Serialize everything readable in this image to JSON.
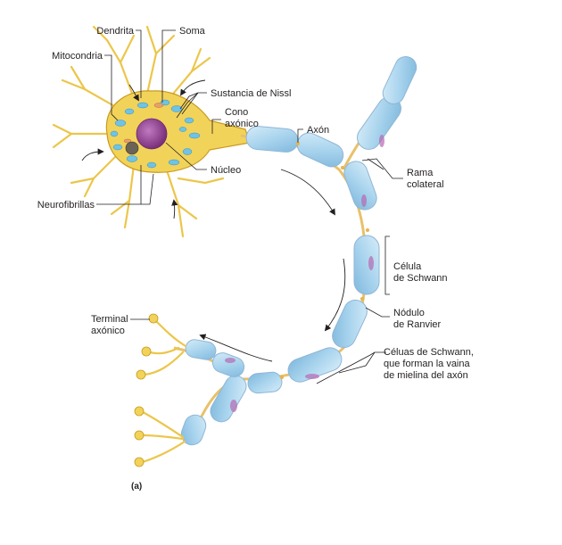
{
  "labels": {
    "dendrita": "Dendrita",
    "soma": "Soma",
    "mitocondria": "Mitocondria",
    "sustancia_nissl": "Sustancia de Nissl",
    "cono_axonico_1": "Cono",
    "cono_axonico_2": "axónico",
    "axon": "Axón",
    "rama_colateral_1": "Rama",
    "rama_colateral_2": "colateral",
    "nucleo": "Núcleo",
    "neurofibrillas": "Neurofibrillas",
    "celula_schwann_1": "Célula",
    "celula_schwann_2": "de Schwann",
    "nodulo_ranvier_1": "Nódulo",
    "nodulo_ranvier_2": "de Ranvier",
    "terminal_axonico_1": "Terminal",
    "terminal_axonico_2": "axónico",
    "celulas_schwann_1": "Céluas de Schwann,",
    "celulas_schwann_2": "que forman la vaina",
    "celulas_schwann_3": "de mielina del axón",
    "panel": "(a)"
  },
  "colors": {
    "dendrite": "#f2d35a",
    "myelin": "#a9d4ee",
    "nucleus": "#8e3c8e",
    "nissl": "#6ec3e6"
  }
}
